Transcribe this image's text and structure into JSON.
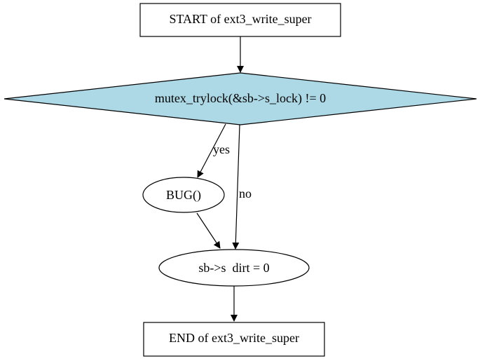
{
  "diagram": {
    "nodes": {
      "start": {
        "label": "START of ext3_write_super",
        "shape": "box"
      },
      "decision": {
        "label": "mutex_trylock(&sb->s_lock) != 0",
        "shape": "diamond",
        "fill": "#add8e6"
      },
      "bug": {
        "label": "BUG()",
        "shape": "ellipse"
      },
      "assign": {
        "label": "sb->s  dirt = 0",
        "shape": "ellipse"
      },
      "end": {
        "label": "END of ext3_write_super",
        "shape": "box"
      }
    },
    "edges": {
      "yes_label": "yes",
      "no_label": "no"
    },
    "colors": {
      "decision_fill": "#add8e6",
      "line": "#000000",
      "background": "#ffffff"
    }
  }
}
